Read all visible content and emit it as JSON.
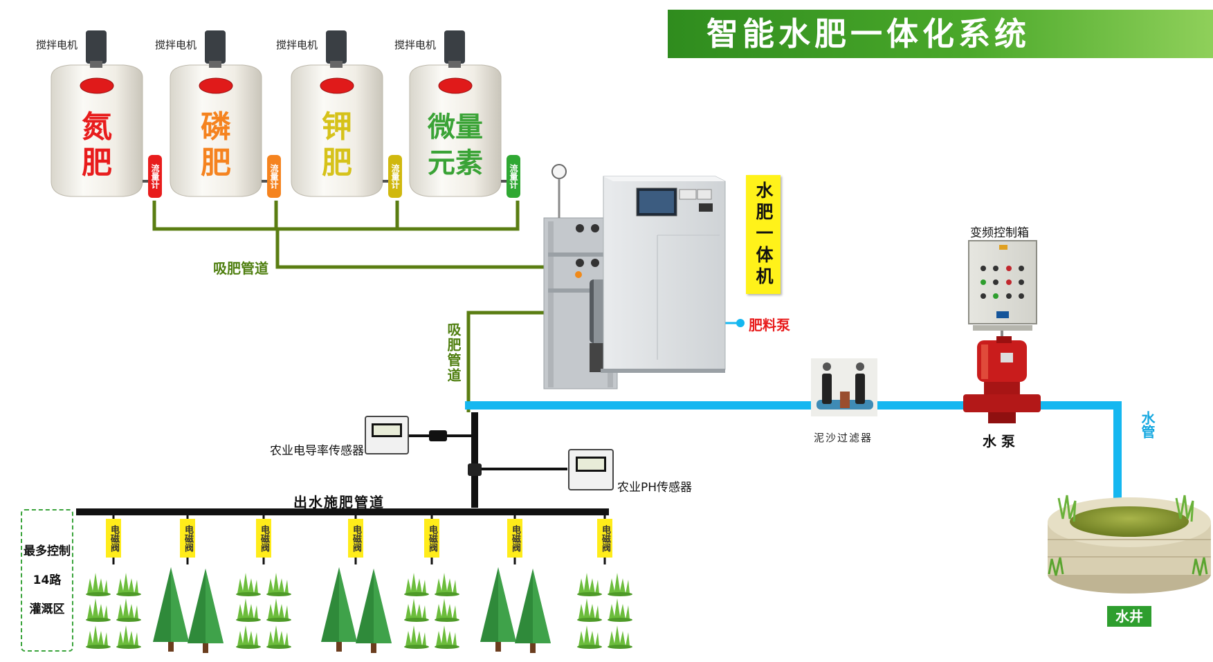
{
  "title": "智能水肥一体化系统",
  "tanks": [
    {
      "motor_label": "搅拌电机",
      "name": "氮\n肥",
      "color": "#e81c1c",
      "flow_label": "流量计",
      "flow_color": "#e81c1c"
    },
    {
      "motor_label": "搅拌电机",
      "name": "磷\n肥",
      "color": "#f5831f",
      "flow_label": "流量计",
      "flow_color": "#f5831f"
    },
    {
      "motor_label": "搅拌电机",
      "name": "钾\n肥",
      "color": "#d6c21a",
      "flow_label": "流量计",
      "flow_color": "#d0b80e"
    },
    {
      "motor_label": "搅拌电机",
      "name": "微量\n元素",
      "color": "#3aa336",
      "flow_label": "流量计",
      "flow_color": "#2fa833"
    }
  ],
  "pipes": {
    "suction_h": "吸肥管道",
    "suction_v": "吸肥管道",
    "outlet": "出水施肥管道",
    "water_pipe": "水管"
  },
  "machine": {
    "tag": "水肥一体机",
    "pump_label": "肥料泵"
  },
  "control_box": {
    "label": "变频控制箱"
  },
  "filter": {
    "label": "泥沙过滤器"
  },
  "pump": {
    "label": "水 泵"
  },
  "well": {
    "label": "水井"
  },
  "sensors": {
    "conductivity": "农业电导率传感器",
    "ph": "农业PH传感器"
  },
  "valve_label": "电磁阀",
  "valve_count": 7,
  "zone": {
    "line1": "最多控制",
    "line2": "14路",
    "line3": "灌溉区"
  },
  "colors": {
    "fert_pipe": "#5a7d12",
    "water_pipe": "#15b7f0",
    "outlet_pipe": "#111111",
    "valve": "#ffec1a"
  }
}
